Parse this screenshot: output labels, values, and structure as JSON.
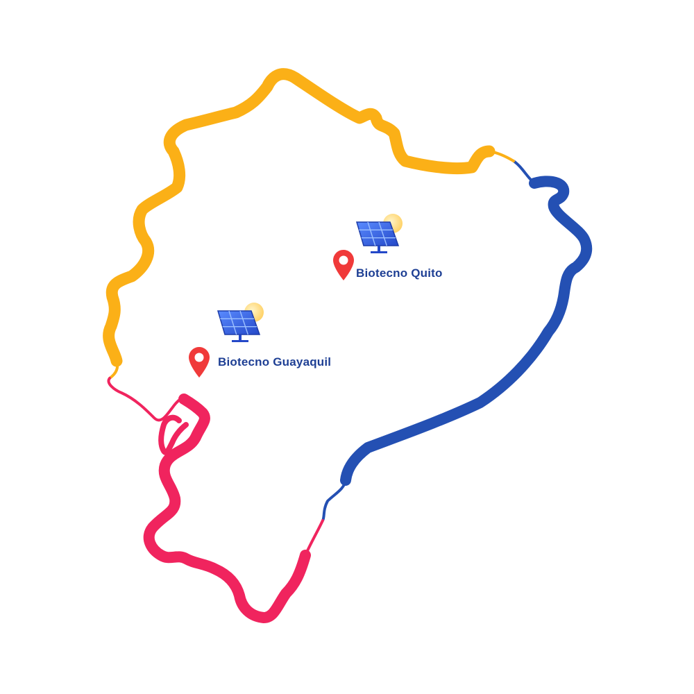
{
  "colors": {
    "yellow": "#FBB017",
    "blue": "#2450B3",
    "red": "#F0245E",
    "pin": "#F03A3A",
    "label": "#1E3F94",
    "panel": "#3B6BE8",
    "sun": "#FFE08A"
  },
  "markers": [
    {
      "id": "quito",
      "label": "Biotecno Quito",
      "pin_icon": "map-pin-icon",
      "solar_icon": "solar-panel-icon"
    },
    {
      "id": "guayaquil",
      "label": "Biotecno Guayaquil",
      "pin_icon": "map-pin-icon",
      "solar_icon": "solar-panel-icon"
    }
  ]
}
